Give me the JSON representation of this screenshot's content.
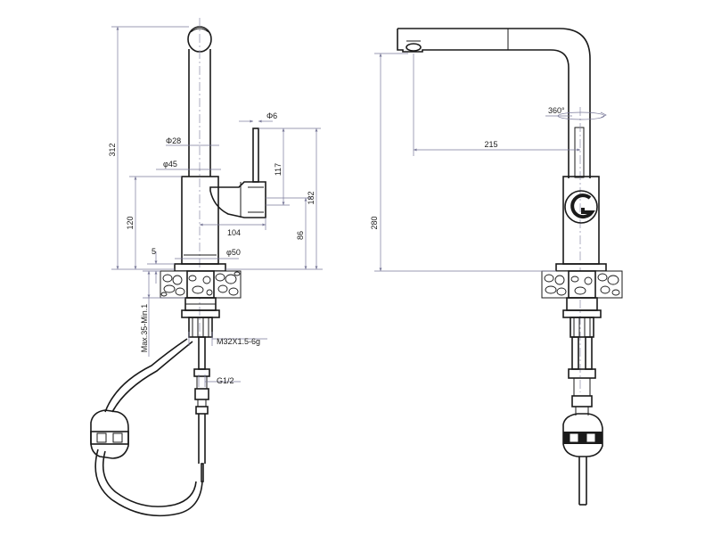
{
  "colors": {
    "line": "#1a1a1a",
    "dimension": "#7a7a9a",
    "background": "#ffffff"
  },
  "side_view": {
    "dims": {
      "d312": "312",
      "d120": "120",
      "d5": "5",
      "d117": "117",
      "d182": "182",
      "d86": "86",
      "d104": "104",
      "phi6": "Φ6",
      "phi28": "Φ28",
      "phi45": "φ45",
      "phi50": "φ50",
      "max35": "Max.35-Min.1",
      "thread_m32": "M32X1.5-6g",
      "thread_g12": "G1/2"
    }
  },
  "front_view": {
    "dims": {
      "rot360": "360°",
      "d215": "215",
      "d280": "280"
    }
  }
}
